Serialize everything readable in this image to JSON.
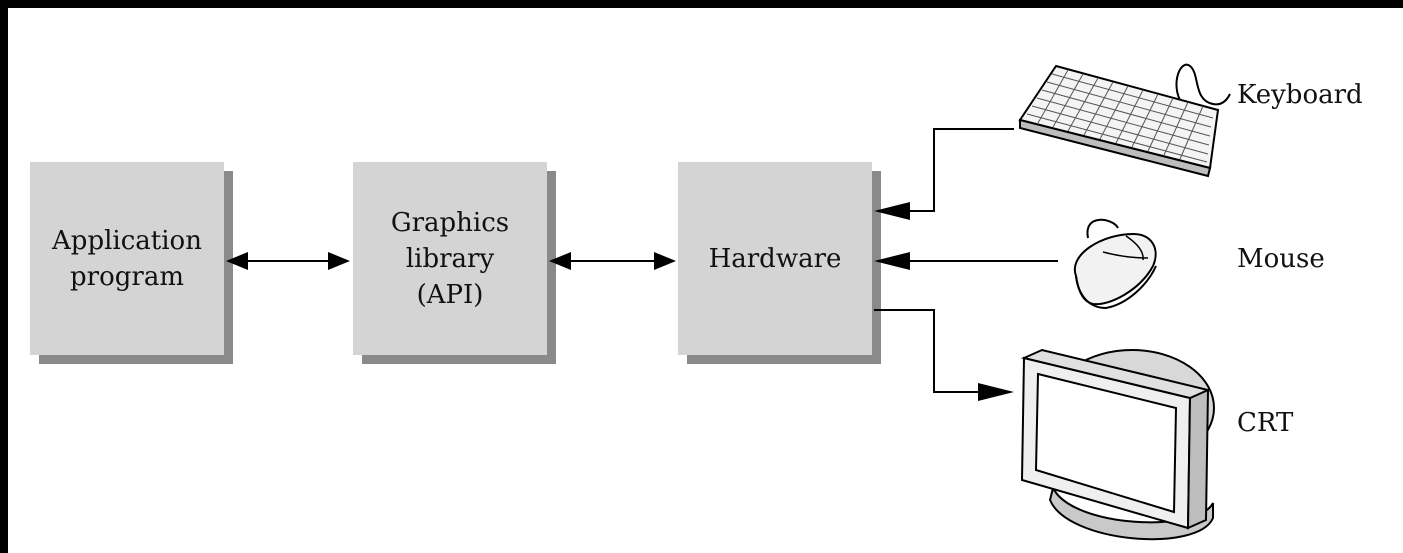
{
  "diagram": {
    "boxes": [
      {
        "id": "application",
        "label": "Application\nprogram"
      },
      {
        "id": "graphics",
        "label": "Graphics\nlibrary\n(API)"
      },
      {
        "id": "hardware",
        "label": "Hardware"
      }
    ],
    "devices": {
      "keyboard": {
        "label": "Keyboard",
        "icon": "keyboard-icon"
      },
      "mouse": {
        "label": "Mouse",
        "icon": "mouse-icon"
      },
      "crt": {
        "label": "CRT",
        "icon": "crt-monitor-icon"
      }
    },
    "colors": {
      "box_fill": "#d4d4d4",
      "box_shadow": "#8a8a8a",
      "line": "#000000",
      "frame": "#000000"
    }
  }
}
